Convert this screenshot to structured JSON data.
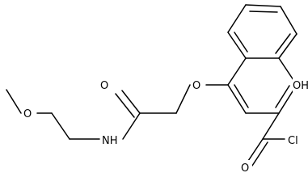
{
  "diagram": {
    "type": "chemical-structure",
    "atom_labels": {
      "hydroxyl": "OH",
      "acyl_chloride_cl": "Cl",
      "carbonyl_o_acyl": "O",
      "ether_o_aryl": "O",
      "amide_carbonyl_o": "O",
      "amide_nh": "NH",
      "methoxy_o": "O"
    },
    "colors": {
      "bond": "#000000",
      "background": "#ffffff"
    }
  }
}
